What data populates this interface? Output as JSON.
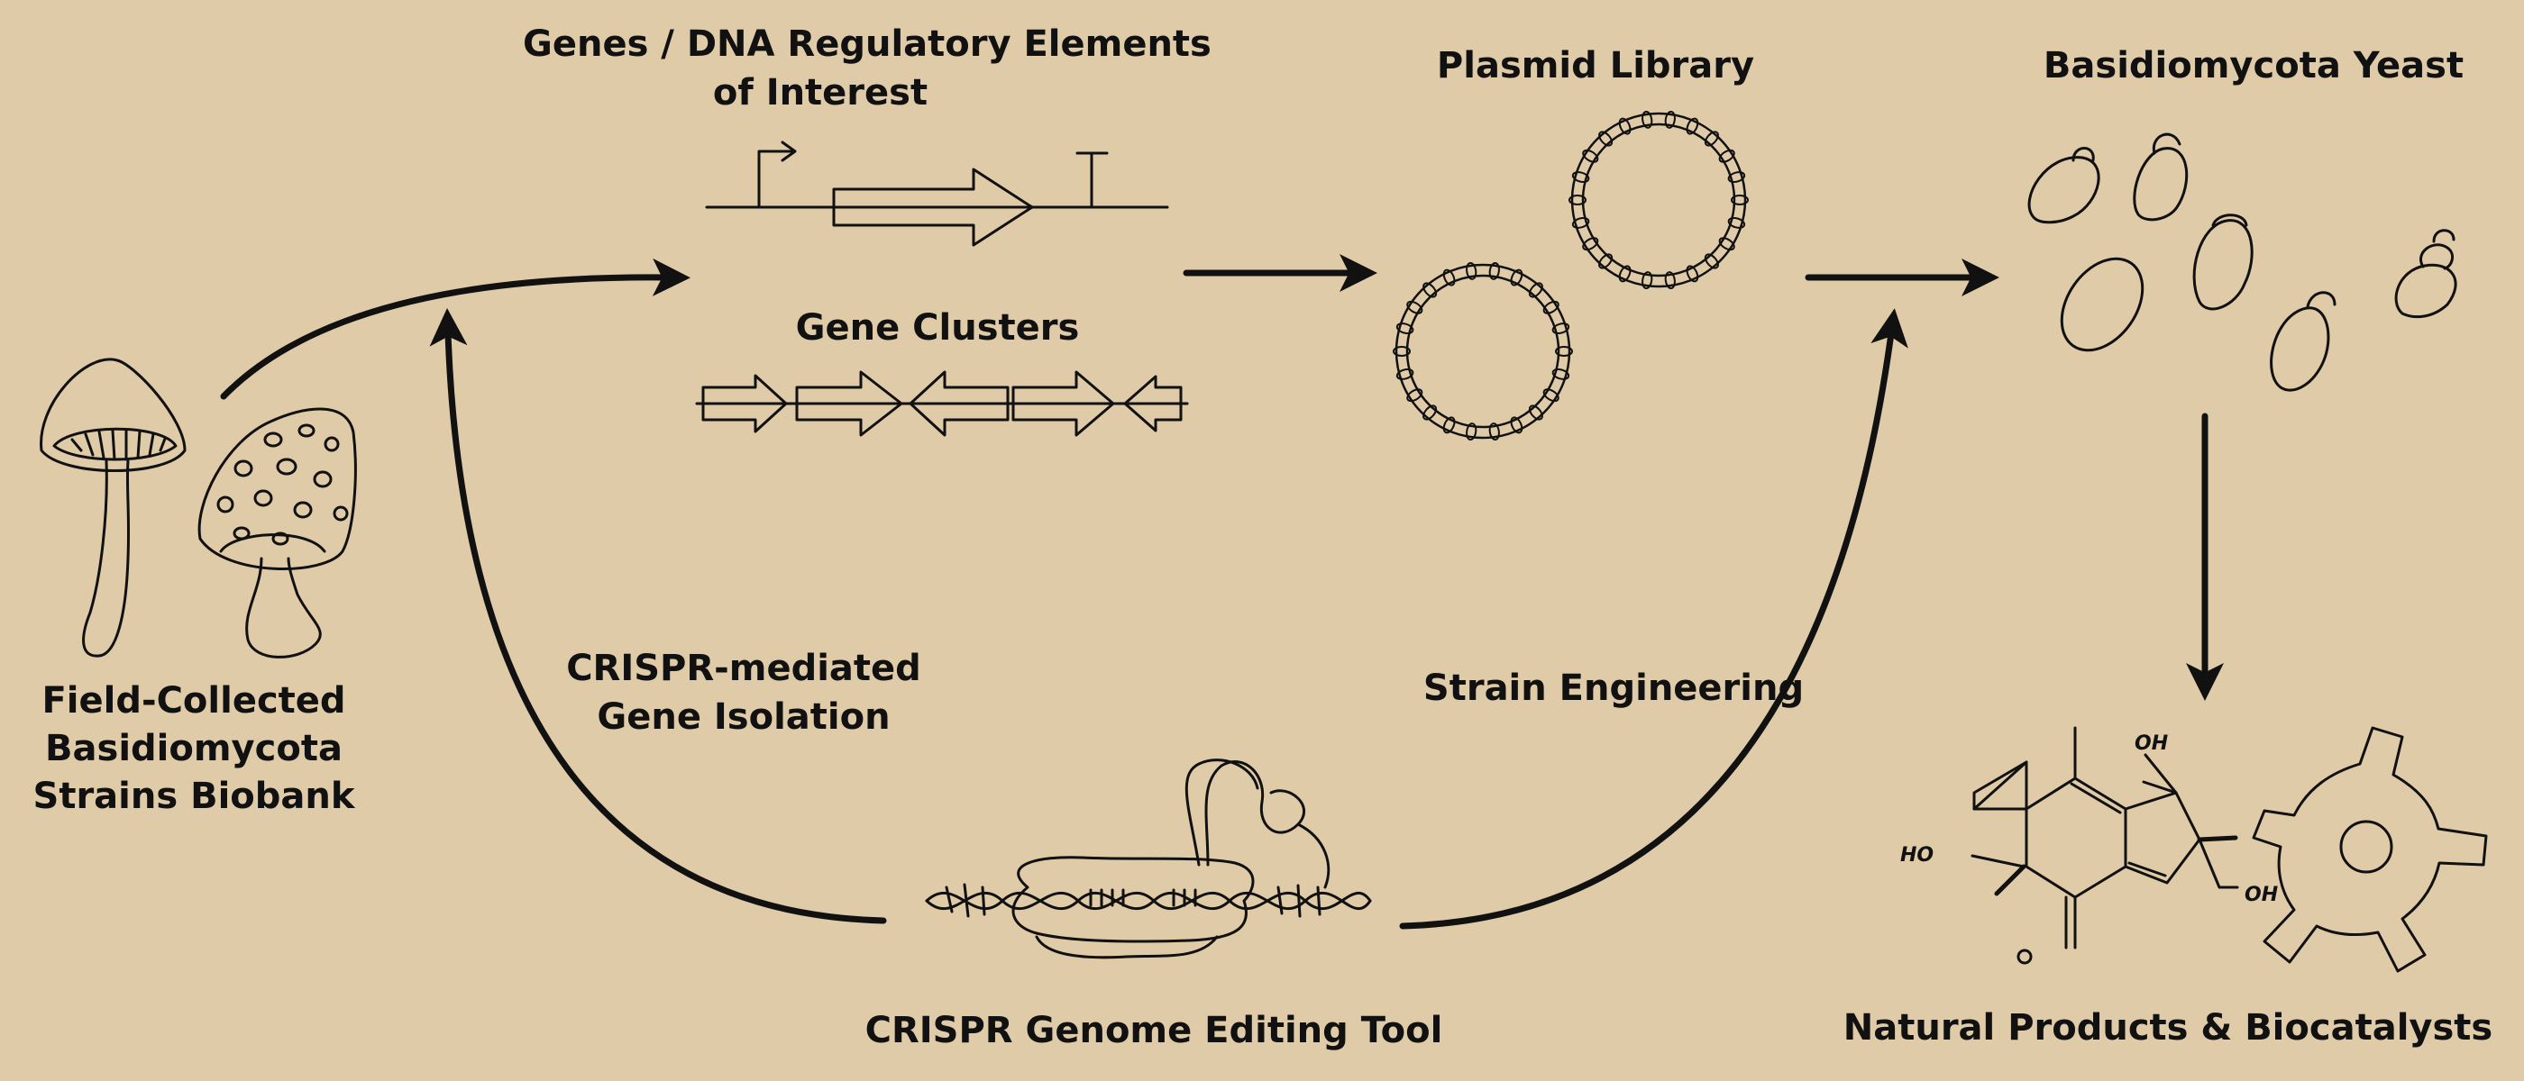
{
  "labels": {
    "genes_line1": "Genes / DNA Regulatory Elements",
    "genes_line2": "of Interest",
    "gene_clusters": "Gene Clusters",
    "plasmid_library": "Plasmid Library",
    "yeast": "Basidiomycota Yeast",
    "biobank_line1": "Field-Collected",
    "biobank_line2": "Basidiomycota",
    "biobank_line3": "Strains Biobank",
    "crispr_iso_line1": "CRISPR-mediated",
    "crispr_iso_line2": "Gene Isolation",
    "strain_engineering": "Strain Engineering",
    "crispr_tool": "CRISPR Genome Editing Tool",
    "natural_products": "Natural Products & Biocatalysts"
  },
  "molecule_labels": {
    "oh_top": "OH",
    "ho_left": "HO",
    "oh_right": "OH"
  },
  "colors": {
    "background": "#dfcba8",
    "ink": "#111111"
  },
  "icons": [
    "mushroom-icon",
    "toadstool-icon",
    "promoter-gene-terminator-icon",
    "gene-cluster-icon",
    "plasmid-icon",
    "yeast-cell-icon",
    "crispr-cas-icon",
    "molecule-icon",
    "enzyme-icon"
  ]
}
